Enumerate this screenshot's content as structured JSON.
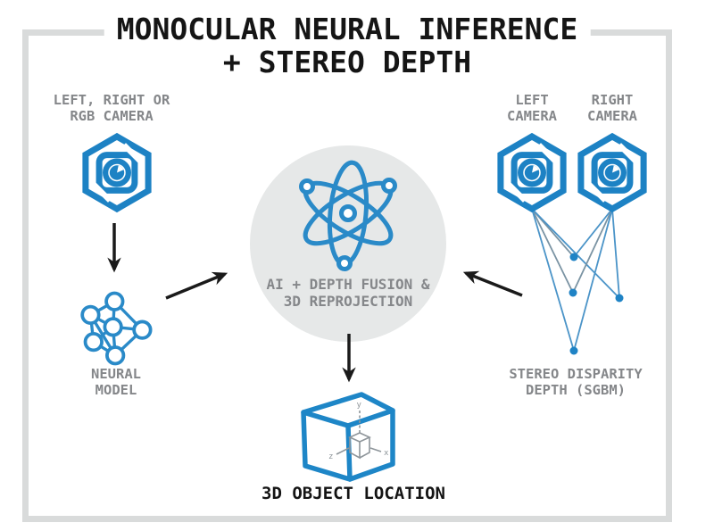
{
  "title": {
    "line1": "MONOCULAR NEURAL INFERENCE",
    "line2": "+ STEREO DEPTH"
  },
  "nodes": {
    "mono_camera": {
      "label_line1": "LEFT, RIGHT OR",
      "label_line2": "RGB CAMERA",
      "icon": "hexagon-camera-icon"
    },
    "neural_model": {
      "label_line1": "NEURAL",
      "label_line2": "MODEL",
      "icon": "neural-network-icon"
    },
    "fusion": {
      "label_line1": "AI + DEPTH FUSION &",
      "label_line2": "3D REPROJECTION",
      "icon": "atom-icon"
    },
    "left_camera": {
      "label_line1": "LEFT",
      "label_line2": "CAMERA",
      "icon": "hexagon-camera-icon"
    },
    "right_camera": {
      "label_line1": "RIGHT",
      "label_line2": "CAMERA",
      "icon": "hexagon-camera-icon"
    },
    "stereo_disparity": {
      "label_line1": "STEREO DISPARITY",
      "label_line2": "DEPTH (SGBM)",
      "icon": "disparity-points-icon"
    },
    "output": {
      "label": "3D OBJECT LOCATION",
      "icon": "cube-3d-icon"
    }
  },
  "cube_axes": {
    "x": "x",
    "y": "y",
    "z": "z"
  },
  "colors": {
    "brand_blue": "#1d82c4",
    "line_blue": "#4b94c8",
    "line_slate": "#7a93a3",
    "gray_text": "#85878a",
    "black_text": "#151515",
    "circle_fill": "#e6e8e8",
    "frame_gray": "#d9dbdb"
  }
}
